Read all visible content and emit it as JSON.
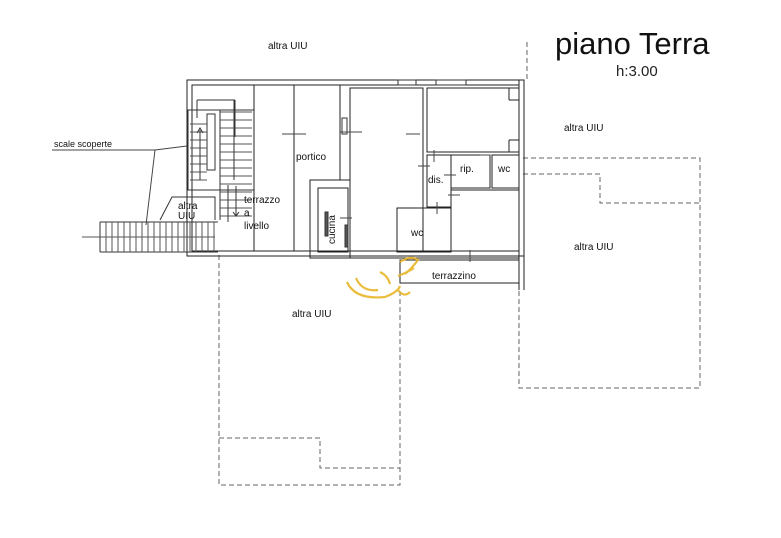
{
  "title": {
    "floor_name": "piano Terra",
    "height_label": "h:3.00"
  },
  "labels": {
    "altra_uiu_top": "altra UIU",
    "altra_uiu_right_top": "altra UIU",
    "altra_uiu_right": "altra UIU",
    "altra_uiu_bottom": "altra UIU",
    "altra_uiu_small_line1": "altra",
    "altra_uiu_small_line2": "UIU",
    "scale_scoperte": "scale scoperte",
    "portico": "portico",
    "terrazzo_line1": "terrazzo",
    "terrazzo_line2": "a",
    "terrazzo_line3": "livello",
    "cucina": "cucina",
    "dis": "dis.",
    "rip": "rip.",
    "wc_small": "wc",
    "wc": "wc",
    "terrazzino": "terrazzino"
  },
  "colors": {
    "wall": "#222222",
    "thin_line": "#555555",
    "dashed": "#666666",
    "watermark": "#e8b52a"
  }
}
